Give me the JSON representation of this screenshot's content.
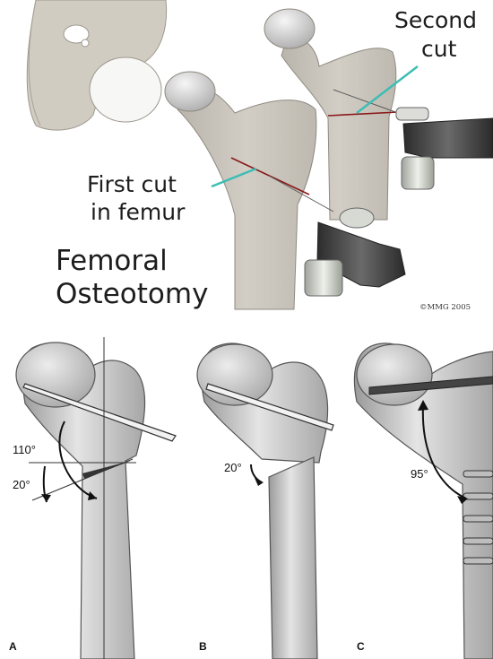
{
  "top_illustration": {
    "title_line1": "Femoral",
    "title_line2": "Osteotomy",
    "first_cut_line1": "First cut",
    "first_cut_line2": "in femur",
    "second_cut_line1": "Second",
    "second_cut_line2": "cut",
    "copyright": "©MMG 2005"
  },
  "panels": [
    {
      "letter": "A",
      "angles": [
        "110°",
        "20°"
      ]
    },
    {
      "letter": "B",
      "angles": [
        "20°"
      ]
    },
    {
      "letter": "C",
      "angles": [
        "95°"
      ]
    }
  ],
  "colors": {
    "bone_top": "#c9c5bb",
    "bone_bottom": "#d6d6d6",
    "cut_line": "#8b1a1a",
    "callout": "#3bbdb4",
    "wedge": "#333333"
  }
}
